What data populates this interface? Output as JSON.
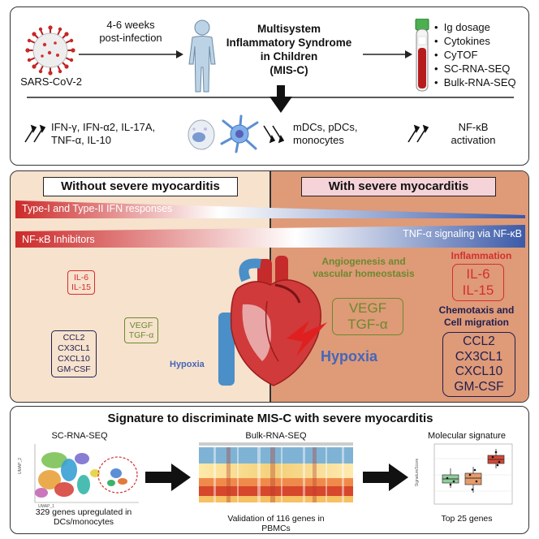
{
  "top": {
    "virus_label": "SARS-CoV-2",
    "timeline": [
      "4-6 weeks",
      "post-infection"
    ],
    "syndrome": [
      "Multisystem",
      "Inflammatory Syndrome",
      "in Children",
      "(MIS-C)"
    ],
    "assays": [
      "Ig dosage",
      "Cytokines",
      "CyTOF",
      "SC-RNA-SEQ",
      "Bulk-RNA-SEQ"
    ],
    "cytokines_up": [
      "IFN-γ, IFN-α2, IL-17A,",
      "TNF-α, IL-10"
    ],
    "cells_down": [
      "mDCs, pDCs,",
      "monocytes"
    ],
    "nfkb": [
      "NF-κB",
      "activation"
    ]
  },
  "middle": {
    "header_left": "Without severe myocarditis",
    "header_right": "With severe myocarditis",
    "bar1_label": "Type-I and Type-II IFN responses",
    "bar2_left_label": "NF-κB Inhibitors",
    "bar2_right_label": "TNF-α signaling via NF-κB",
    "left_il": [
      "IL-6",
      "IL-15"
    ],
    "left_vegf": [
      "VEGF",
      "TGF-α"
    ],
    "left_chemo": [
      "CCL2",
      "CX3CL1",
      "CXCL10",
      "GM-CSF"
    ],
    "left_hypoxia": "Hypoxia",
    "angio_title": [
      "Angiogenesis and",
      "vascular homeostasis"
    ],
    "right_vegf": [
      "VEGF",
      "TGF-α"
    ],
    "inflammation_title": "Inflammation",
    "right_il": [
      "IL-6",
      "IL-15"
    ],
    "chemotaxis_title": [
      "Chemotaxis and",
      "Cell migration"
    ],
    "right_chemo": [
      "CCL2",
      "CX3CL1",
      "CXCL10",
      "GM-CSF"
    ],
    "right_hypoxia": "Hypoxia",
    "colors": {
      "red": "#d32f2f",
      "blue": "#4466b8",
      "green": "#6a8a2e",
      "navy": "#1f1f4f",
      "right_bg": "#df9a78",
      "left_bg": "#f7e2cd"
    }
  },
  "bottom": {
    "title": "Signature to discriminate MIS-C with severe myocarditis",
    "sc_title": "SC-RNA-SEQ",
    "sc_caption": [
      "329 genes upregulated in",
      "DCs/monocytes"
    ],
    "bulk_title": "Bulk-RNA-SEQ",
    "bulk_caption": [
      "Validation of 116 genes in",
      "PBMCs"
    ],
    "mol_title": "Molecular signature",
    "mol_caption": "Top 25 genes",
    "umap_x": "UMAP_1",
    "umap_y": "UMAP_2",
    "box_ylabel": "SignatureScore"
  }
}
